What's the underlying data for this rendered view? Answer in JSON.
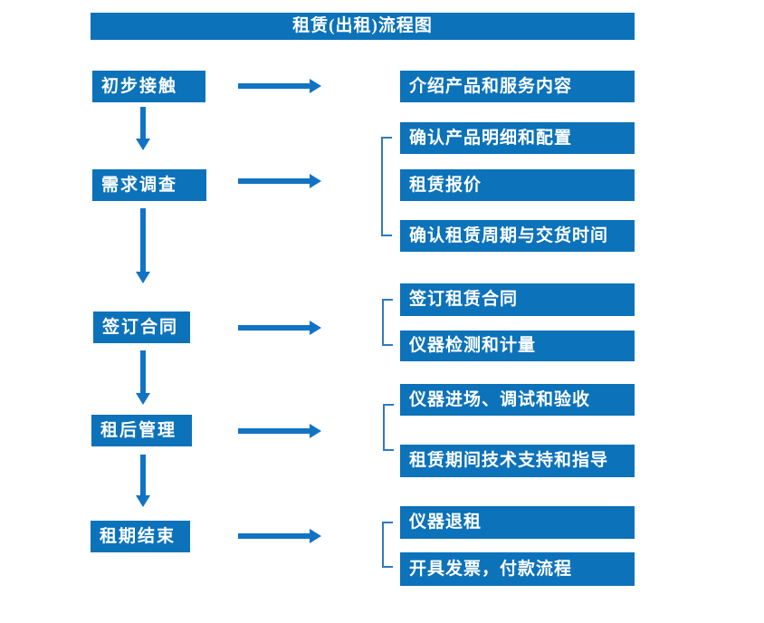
{
  "title": "租赁(出租)流程图",
  "colors": {
    "primary_blue": "#0c72ba",
    "arrow_blue": "#1273c4",
    "bracket_blue": "#2f7abc",
    "text": "#ffffff",
    "background": "#ffffff"
  },
  "left_steps": [
    {
      "label": "初步接触"
    },
    {
      "label": "需求调查"
    },
    {
      "label": "签订合同"
    },
    {
      "label": "租后管理"
    },
    {
      "label": "租期结束"
    }
  ],
  "right_groups": [
    {
      "step": "初步接触",
      "items": [
        "介绍产品和服务内容"
      ]
    },
    {
      "step": "需求调查",
      "items": [
        "确认产品明细和配置",
        "租赁报价",
        "确认租赁周期与交货时间"
      ]
    },
    {
      "step": "签订合同",
      "items": [
        "签订租赁合同",
        "仪器检测和计量"
      ]
    },
    {
      "step": "租后管理",
      "items": [
        "仪器进场、调试和验收",
        "租赁期间技术支持和指导"
      ]
    },
    {
      "step": "租期结束",
      "items": [
        "仪器退租",
        "开具发票，付款流程"
      ]
    }
  ]
}
